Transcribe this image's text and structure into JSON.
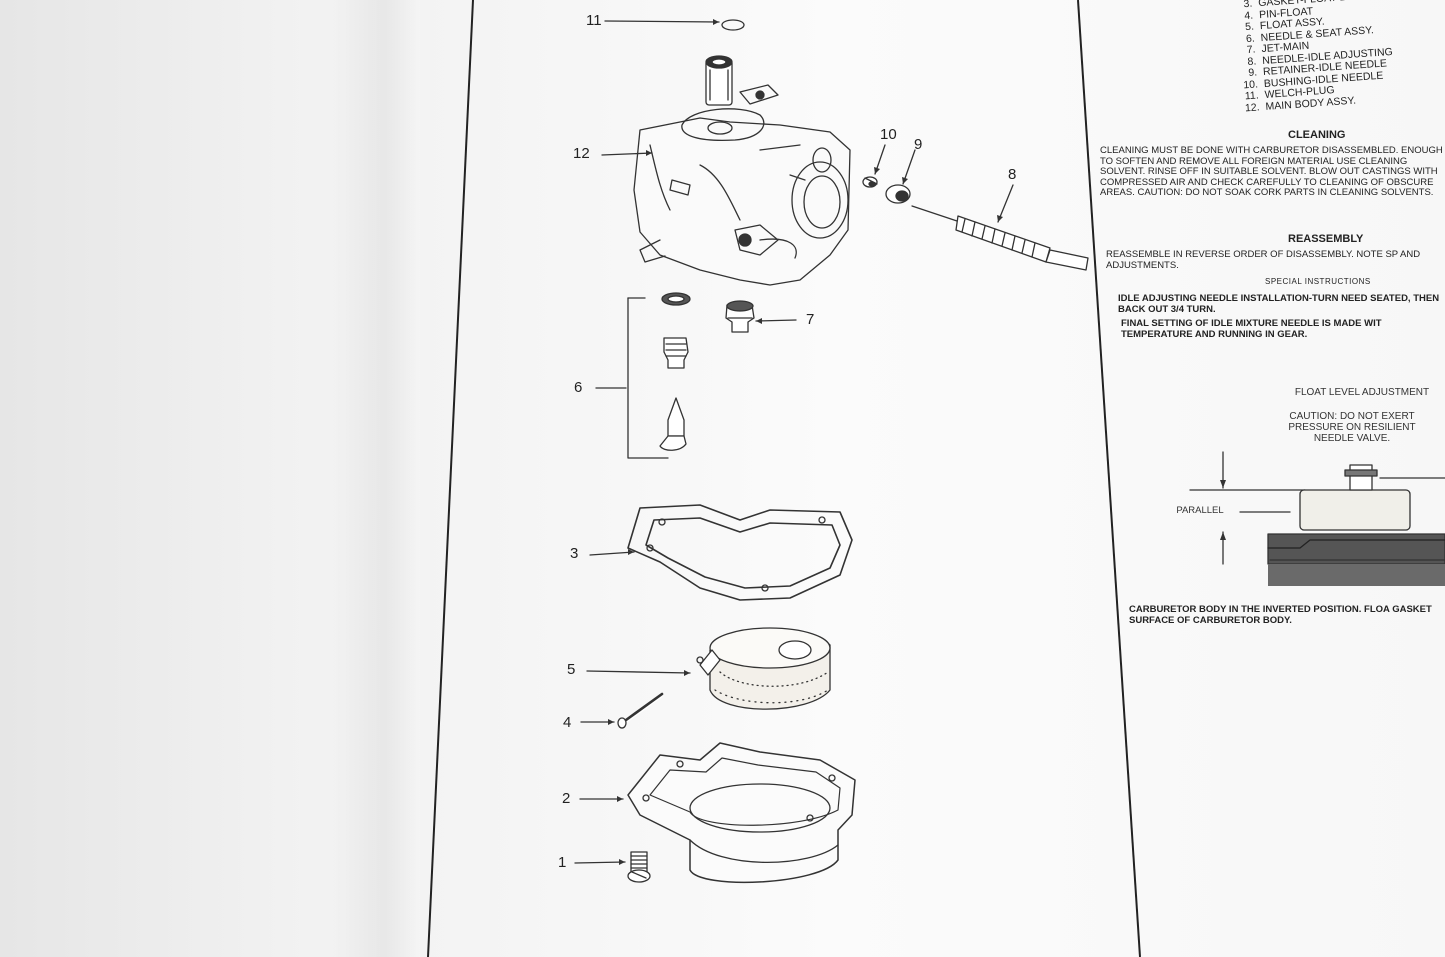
{
  "parts_list": [
    {
      "num": "3.",
      "name": "GASKET-FLOAT BOWL"
    },
    {
      "num": "4.",
      "name": "PIN-FLOAT"
    },
    {
      "num": "5.",
      "name": "FLOAT ASSY."
    },
    {
      "num": "6.",
      "name": "NEEDLE & SEAT ASSY."
    },
    {
      "num": "7.",
      "name": "JET-MAIN"
    },
    {
      "num": "8.",
      "name": "NEEDLE-IDLE ADJUSTING"
    },
    {
      "num": "9.",
      "name": "RETAINER-IDLE NEEDLE"
    },
    {
      "num": "10.",
      "name": "BUSHING-IDLE NEEDLE"
    },
    {
      "num": "11.",
      "name": "WELCH-PLUG"
    },
    {
      "num": "12.",
      "name": "MAIN BODY ASSY."
    }
  ],
  "callouts": [
    "1",
    "2",
    "3",
    "4",
    "5",
    "6",
    "7",
    "8",
    "9",
    "10",
    "11",
    "12"
  ],
  "cleaning": {
    "heading": "CLEANING",
    "text": "CLEANING MUST BE DONE WITH CARBURETOR DISASSEMBLED. ENOUGH TO SOFTEN AND REMOVE ALL FOREIGN MATERIAL USE CLEANING SOLVENT. RINSE OFF IN SUITABLE SOLVENT. BLOW OUT CASTINGS WITH COMPRESSED AIR AND CHECK CAREFULLY TO CLEANING OF OBSCURE AREAS. CAUTION: DO NOT SOAK CORK PARTS IN CLEANING SOLVENTS."
  },
  "reassembly": {
    "heading": "REASSEMBLY",
    "text": "REASSEMBLE IN REVERSE ORDER OF DISASSEMBLY. NOTE SP AND ADJUSTMENTS."
  },
  "special": {
    "heading": "SPECIAL INSTRUCTIONS",
    "line1": "IDLE ADJUSTING NEEDLE INSTALLATION-TURN NEED SEATED, THEN BACK OUT 3/4 TURN.",
    "line2": "FINAL SETTING OF IDLE MIXTURE NEEDLE IS MADE WIT TEMPERATURE AND RUNNING IN GEAR."
  },
  "float_level": {
    "heading": "FLOAT LEVEL ADJUSTMENT",
    "caution": "CAUTION: DO NOT EXERT\nPRESSURE ON RESILIENT\nNEEDLE VALVE.",
    "parallel_label": "PARALLEL",
    "caption": "CARBURETOR BODY IN THE INVERTED POSITION. FLOA GASKET SURFACE OF CARBURETOR BODY."
  }
}
